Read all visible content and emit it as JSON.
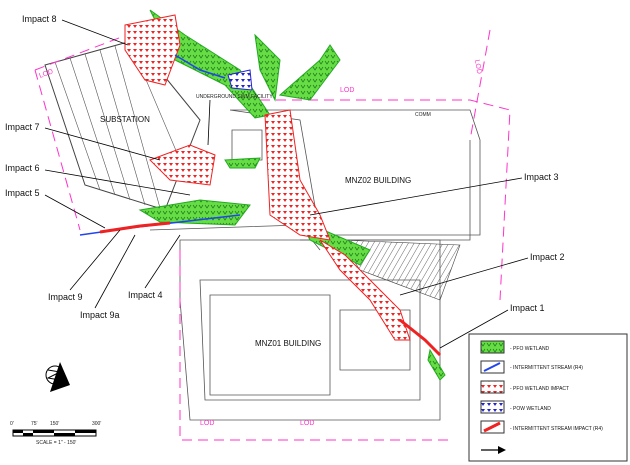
{
  "impacts": [
    {
      "label": "Impact 8"
    },
    {
      "label": "Impact 7"
    },
    {
      "label": "Impact 6"
    },
    {
      "label": "Impact 5"
    },
    {
      "label": "Impact 9"
    },
    {
      "label": "Impact 9a"
    },
    {
      "label": "Impact 4"
    },
    {
      "label": "Impact 3"
    },
    {
      "label": "Impact 2"
    },
    {
      "label": "Impact 1"
    }
  ],
  "site_labels": {
    "substation": "SUBSTATION",
    "mnz02": "MNZ02 BUILDING",
    "mnz01": "MNZ01 BUILDING",
    "swm": "UNDERGROUND SWM FACILITY",
    "comm": "COMM",
    "lod": "LOD"
  },
  "legend": {
    "items": [
      {
        "label": "- PFO WETLAND",
        "color": "#33cc33"
      },
      {
        "label": "- INTERMITTENT STREAM (R4)",
        "color": "#2244ee"
      },
      {
        "label": "- PFO WETLAND IMPACT",
        "color": "#ee2222"
      },
      {
        "label": "- POW WETLAND",
        "color": "#2222cc"
      },
      {
        "label": "- INTERMITTENT STREAM IMPACT (R4)",
        "color": "#ee2222"
      }
    ]
  },
  "scale": {
    "ticks": [
      "0'",
      "75'",
      "150'",
      "300'"
    ],
    "label": "SCALE = 1\" - 150'"
  },
  "icons": {
    "north_arrow": "north-arrow-icon"
  }
}
